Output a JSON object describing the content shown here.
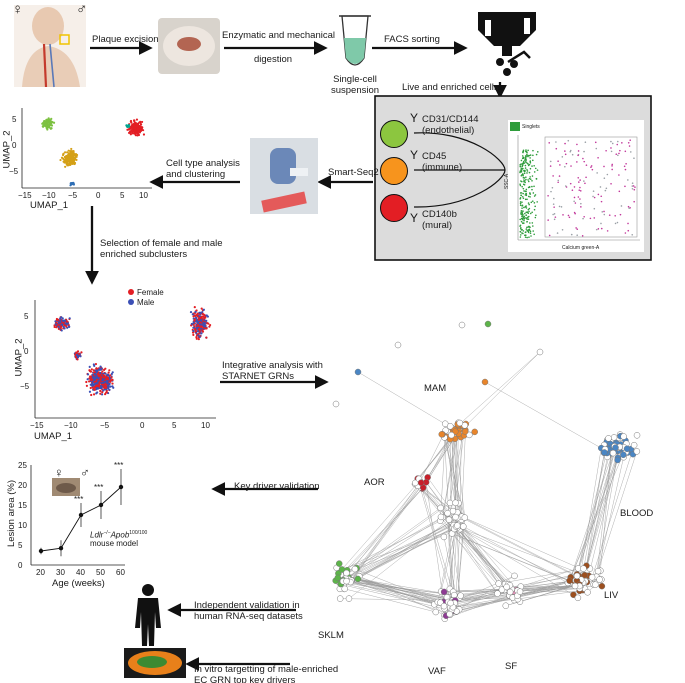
{
  "pipeline": {
    "female_symbol": "♀",
    "male_symbol": "♂",
    "plaque_excision": "Plaque excision",
    "digestion_line1": "Enzymatic and mechanical",
    "digestion_line2": "digestion",
    "single_cell_line1": "Single-cell",
    "single_cell_line2": "suspension",
    "facs": "FACS sorting",
    "live_enriched": "Live and enriched cells",
    "smart_seq": "Smart-Seq2",
    "cell_type_line1": "Cell type analysis",
    "cell_type_line2": "and clustering",
    "selection_line1": "Selection of female and male",
    "selection_line2": "enriched subclusters",
    "integrative_line1": "Integrative analysis with",
    "integrative_line2": "STARNET GRNs",
    "key_driver": "Key driver validation",
    "independent_line1": "Independent validation in",
    "independent_line2": "human RNA-seq datasets",
    "invitro_line1": "In vitro targetting of male-enriched",
    "invitro_line2": "EC GRN top key drivers"
  },
  "facs_box": {
    "markers": [
      {
        "name": "CD31/CD144",
        "sub": "(endothelial)",
        "color": "#8cc63f"
      },
      {
        "name": "CD45",
        "sub": "(immune)",
        "color": "#f7941d"
      },
      {
        "name": "CD140b",
        "sub": "(mural)",
        "color": "#e31e24"
      }
    ],
    "inset_label": "Singlets",
    "inset_xlabel": "Calcium green-A",
    "inset_ylabel": "SSC-A"
  },
  "umap1": {
    "ylabel": "UMAP_2",
    "xlabel": "UMAP_1",
    "xticks": [
      "−15",
      "−10",
      "−5",
      "0",
      "5",
      "10"
    ],
    "yticks": [
      "5",
      "0",
      "−5"
    ],
    "clusters": [
      {
        "color": "#7dc142"
      },
      {
        "color": "#e31e24"
      },
      {
        "color": "#d4a017"
      },
      {
        "color": "#2e6eb5"
      },
      {
        "color": "#00a38f"
      }
    ]
  },
  "umap2": {
    "ylabel": "UMAP_2",
    "xlabel": "UMAP_1",
    "xticks": [
      "−15",
      "−10",
      "−5",
      "0",
      "5",
      "10"
    ],
    "yticks": [
      "5",
      "0",
      "−5"
    ],
    "legend": [
      {
        "label": "Female",
        "color": "#e31e24"
      },
      {
        "label": "Male",
        "color": "#3b4fb5"
      }
    ]
  },
  "lesion_chart": {
    "type": "line",
    "ylabel": "Lesion area (%)",
    "xlabel": "Age (weeks)",
    "x": [
      20,
      30,
      40,
      50,
      60
    ],
    "y": [
      3.5,
      4.2,
      12.5,
      15.0,
      19.5
    ],
    "yerr": [
      0.8,
      2.0,
      3.0,
      3.5,
      4.5
    ],
    "xticks": [
      "20",
      "30",
      "40",
      "50",
      "60"
    ],
    "yticks": [
      "0",
      "5",
      "10",
      "15",
      "20",
      "25"
    ],
    "xlim": [
      15,
      62
    ],
    "ylim": [
      0,
      25
    ],
    "stars": [
      "***",
      "***",
      "***"
    ],
    "model_line1_pre": "Ldlr",
    "model_line1_sup1": "−/−",
    "model_line1_mid": "Apob",
    "model_line1_sup2": "100/100",
    "model_line2": "mouse model"
  },
  "network": {
    "labels": {
      "mam": "MAM",
      "aor": "AOR",
      "blood": "BLOOD",
      "liv": "LIV",
      "sklm": "SKLM",
      "vaf": "VAF",
      "sf": "SF"
    },
    "colors": {
      "mam": "#e8852b",
      "aor": "#c8202b",
      "blood": "#4a86c4",
      "liv": "#9c4f1f",
      "sklm": "#5db44a",
      "vaf": "#8e3a93",
      "sf": "#e58fb8",
      "white": "#ffffff"
    }
  }
}
